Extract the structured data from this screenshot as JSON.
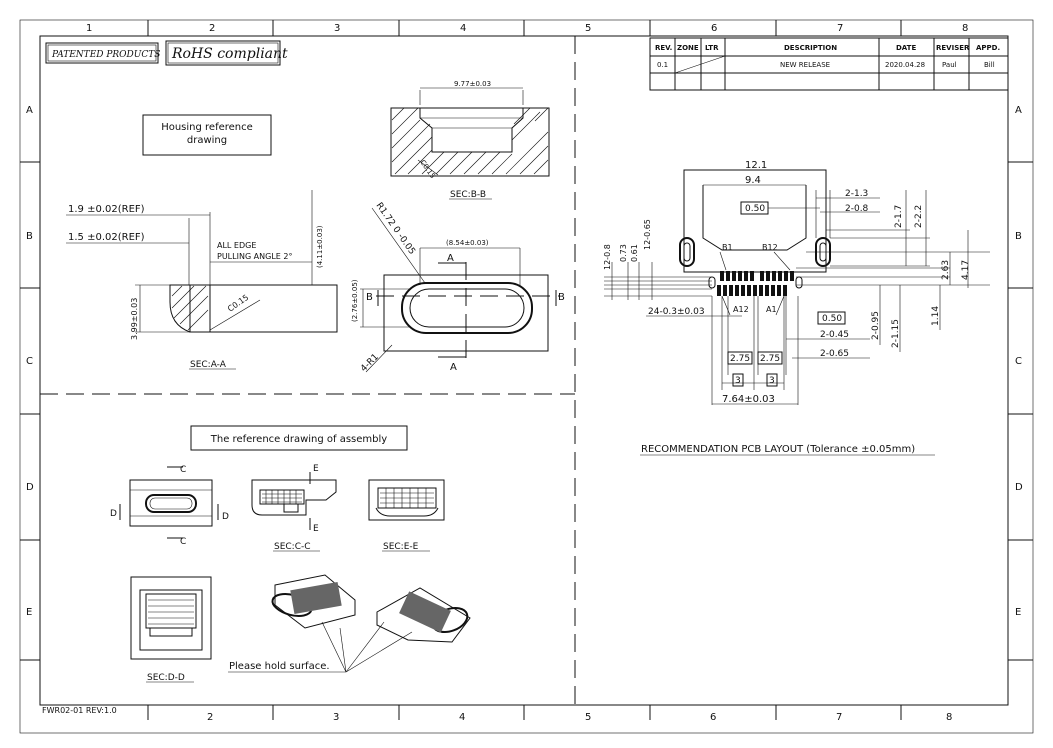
{
  "zones": {
    "top_cols": [
      "1",
      "2",
      "3",
      "4",
      "5",
      "6",
      "7",
      "8"
    ],
    "bottom_cols": [
      "2",
      "3",
      "4",
      "5",
      "6",
      "7",
      "8"
    ],
    "rows": [
      "A",
      "B",
      "C",
      "D",
      "E"
    ]
  },
  "header": {
    "patented": "PATENTED PRODUCTS",
    "rohs": "RoHS compliant"
  },
  "revision_table": {
    "headers": [
      "REV.",
      "ZONE",
      "LTR",
      "DESCRIPTION",
      "DATE",
      "REVISER",
      "APPD."
    ],
    "row": [
      "0.1",
      "",
      "",
      "NEW RELEASE",
      "2020.04.28",
      "Paul",
      "Bill"
    ]
  },
  "housing": {
    "title_line1": "Housing reference",
    "title_line2": "drawing",
    "sec_bb": {
      "width": "9.77±0.03",
      "chamfer": "C0.15",
      "label": "SEC:B-B"
    },
    "sec_aa": {
      "ref1": "1.9 ±0.02(REF)",
      "ref2": "1.5 ±0.02(REF)",
      "note1": "ALL EDGE",
      "note2": "PULLING ANGLE 2°",
      "height_total": "(4.11±0.03)",
      "height_part": "3.99±0.03",
      "chamfer": "C0.15",
      "label": "SEC:A-A"
    },
    "front": {
      "radius": "R1.72 0 -0.05",
      "width": "(8.54±0.03)",
      "height": "(2.76±0.05)",
      "corner": "4-R1",
      "mark_a": "A",
      "mark_b": "B"
    }
  },
  "assembly": {
    "title": "The reference drawing of assembly",
    "mark_c": "C",
    "mark_d": "D",
    "mark_e": "E",
    "sec_cc": "SEC:C-C",
    "sec_ee": "SEC:E-E",
    "sec_dd": "SEC:D-D",
    "hold_note": "Please hold surface."
  },
  "pcb": {
    "dims": {
      "d12_1": "12.1",
      "d9_4": "9.4",
      "d2_13": "2-1.3",
      "d2_08": "2-0.8",
      "d0_50a": "0.50",
      "d2_17": "2-1.7",
      "d2_22": "2-2.2",
      "d12_08": "12-0.8",
      "d0_73": "0.73",
      "d0_61": "0.61",
      "d12_065": "12-0.65",
      "d2_63": "2.63",
      "d4_17": "4.17",
      "b1": "B1",
      "b12": "B12",
      "a12": "A12",
      "a1": "A1",
      "d24": "24-0.3±0.03",
      "d0_50b": "0.50",
      "d2_045": "2-0.45",
      "d2_095": "2-0.95",
      "d2_115": "2-1.15",
      "d1_14": "1.14",
      "d2_75a": "2.75",
      "d2_75b": "2.75",
      "d2_065": "2-0.65",
      "d3a": "3",
      "d3b": "3",
      "d7_64": "7.64±0.03"
    },
    "title": "RECOMMENDATION PCB LAYOUT (Tolerance ±0.05mm)"
  },
  "footer": {
    "doc_id": "FWR02-01 REV:1.0"
  }
}
